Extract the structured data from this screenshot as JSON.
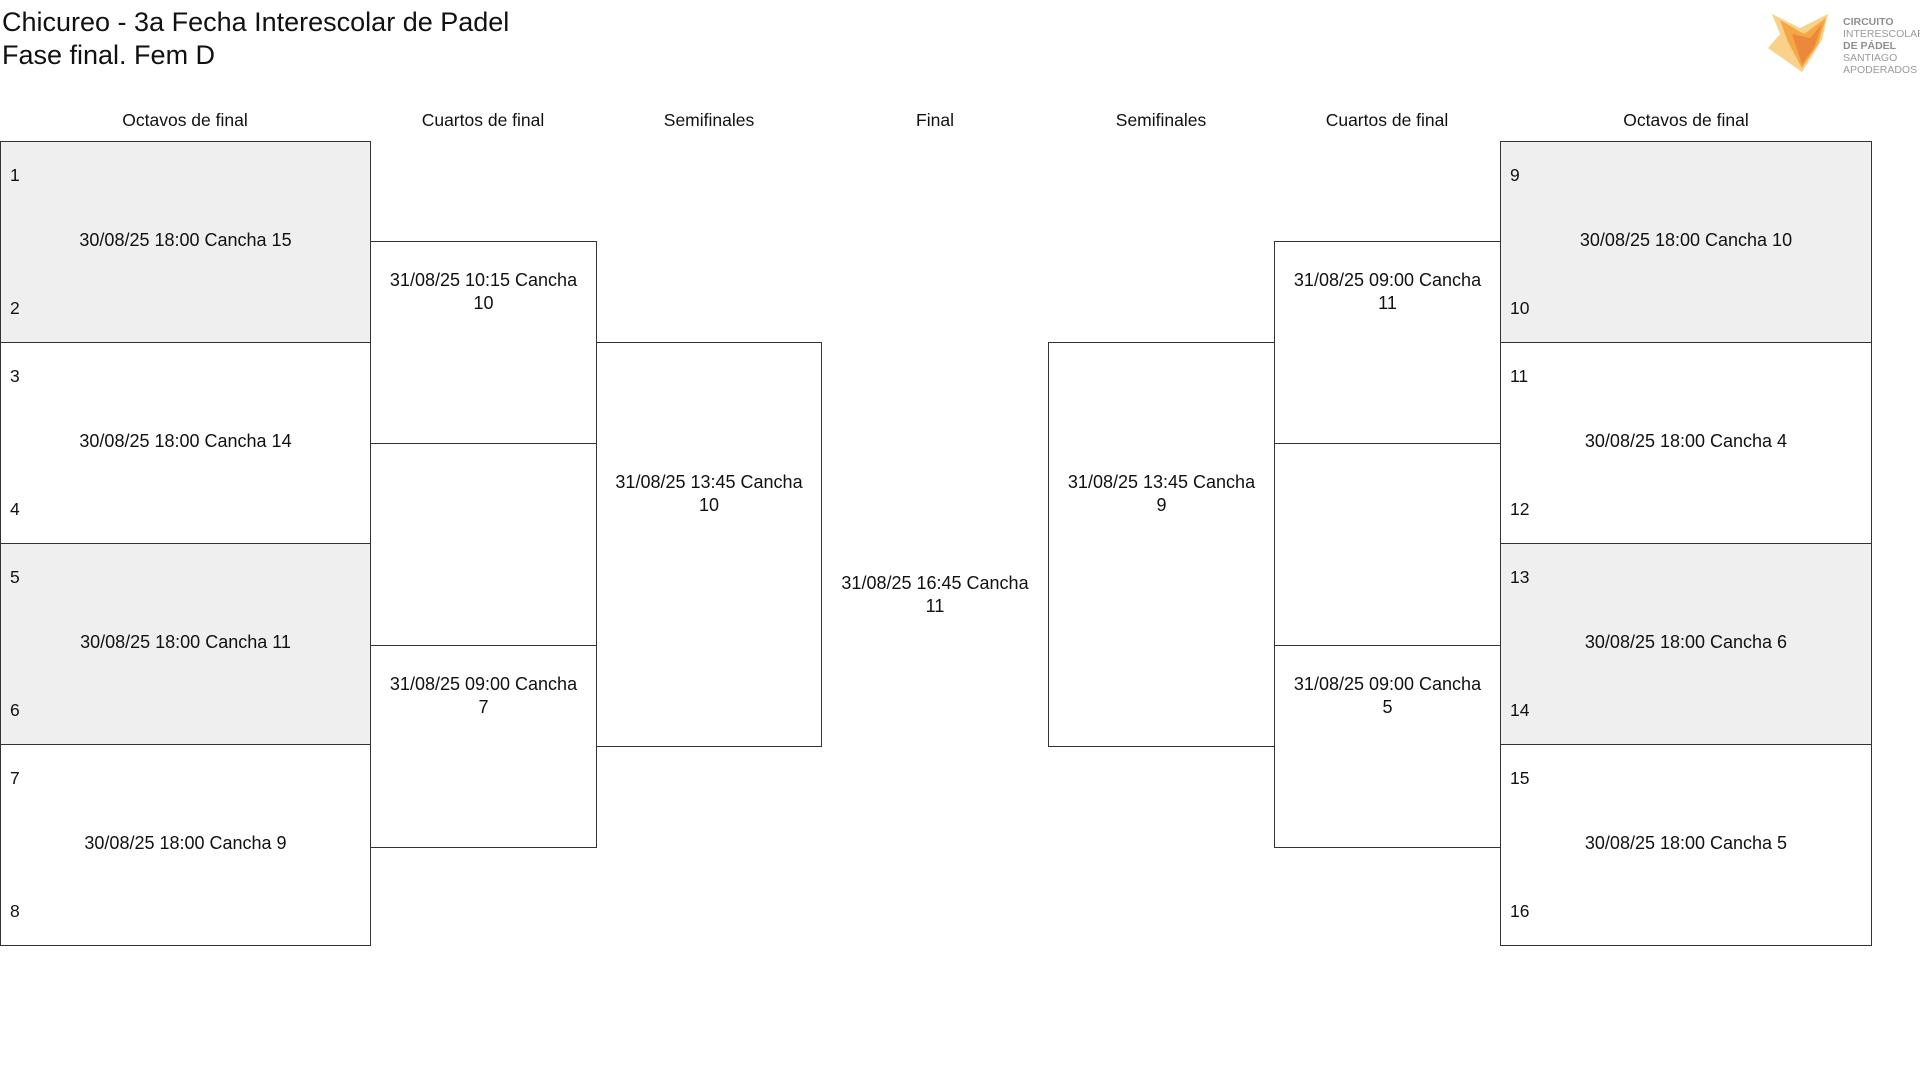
{
  "header": {
    "title": "Chicureo - 3a Fecha Interescolar de Padel",
    "subtitle": "Fase final. Fem D"
  },
  "logo": {
    "lines": [
      "CIRCUITO",
      "INTERESCOLAR",
      "DE PÁDEL",
      "SANTIAGO",
      "APODERADOS"
    ],
    "colors": [
      "#f3a23c",
      "#f8c977",
      "#e8843a"
    ]
  },
  "columns": {
    "left_r16": "Octavos de final",
    "left_qf": "Cuartos de final",
    "left_sf": "Semifinales",
    "final": "Final",
    "right_sf": "Semifinales",
    "right_qf": "Cuartos de final",
    "right_r16": "Octavos de final"
  },
  "left_r16": [
    {
      "seed_top": "1",
      "seed_bottom": "2",
      "info": "30/08/25 18:00 Cancha 15"
    },
    {
      "seed_top": "3",
      "seed_bottom": "4",
      "info": "30/08/25 18:00 Cancha 14"
    },
    {
      "seed_top": "5",
      "seed_bottom": "6",
      "info": "30/08/25 18:00 Cancha 11"
    },
    {
      "seed_top": "7",
      "seed_bottom": "8",
      "info": "30/08/25 18:00 Cancha 9"
    }
  ],
  "left_qf": [
    {
      "line1": "31/08/25 10:15 Cancha",
      "line2": "10"
    },
    {
      "line1": "31/08/25 09:00 Cancha",
      "line2": "7"
    }
  ],
  "left_sf": {
    "line1": "31/08/25 13:45 Cancha",
    "line2": "10"
  },
  "final": {
    "line1": "31/08/25 16:45 Cancha",
    "line2": "11"
  },
  "right_sf": {
    "line1": "31/08/25 13:45 Cancha",
    "line2": "9"
  },
  "right_qf": [
    {
      "line1": "31/08/25 09:00 Cancha",
      "line2": "11"
    },
    {
      "line1": "31/08/25 09:00 Cancha",
      "line2": "5"
    }
  ],
  "right_r16": [
    {
      "seed_top": "9",
      "seed_bottom": "10",
      "info": "30/08/25 18:00 Cancha 10"
    },
    {
      "seed_top": "11",
      "seed_bottom": "12",
      "info": "30/08/25 18:00 Cancha 4"
    },
    {
      "seed_top": "13",
      "seed_bottom": "14",
      "info": "30/08/25 18:00 Cancha 6"
    },
    {
      "seed_top": "15",
      "seed_bottom": "16",
      "info": "30/08/25 18:00 Cancha 5"
    }
  ]
}
